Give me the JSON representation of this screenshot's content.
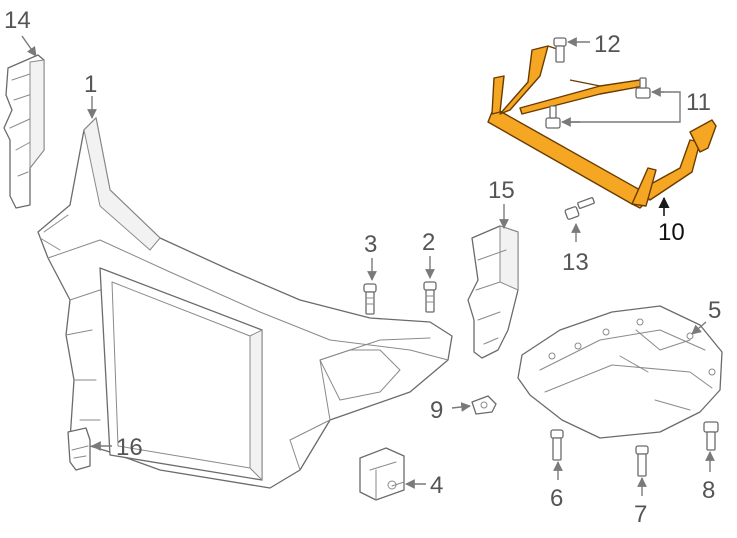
{
  "callouts": {
    "c1": "1",
    "c2": "2",
    "c3": "3",
    "c4": "4",
    "c5": "5",
    "c6": "6",
    "c7": "7",
    "c8": "8",
    "c9": "9",
    "c10": "10",
    "c11": "11",
    "c12": "12",
    "c13": "13",
    "c14": "14",
    "c15": "15",
    "c16": "16"
  },
  "colors": {
    "highlighted_part": "#f5a623",
    "line_art": "#6b6b6b",
    "background": "#ffffff"
  },
  "highlighted_part_callout": "10"
}
